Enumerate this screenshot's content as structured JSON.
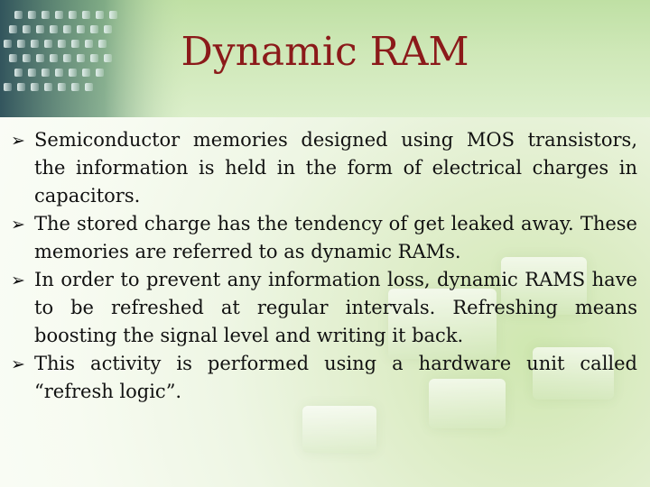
{
  "slide": {
    "title": "Dynamic RAM",
    "bullets": [
      "Semiconductor memories designed using MOS transistors, the information is held in the form of electrical charges in capacitors.",
      "The stored charge has the tendency of get leaked away. These memories are referred to as dynamic RAMs.",
      "In order to prevent any information loss, dynamic RAMS have to be refreshed at regular intervals. Refreshing means boosting the signal level and writing it back.",
      "This activity is performed using a hardware unit called “refresh logic”."
    ],
    "bullet_marker": "➢"
  },
  "theme": {
    "title_color": "#8b1a1a",
    "text_color": "#111111",
    "header_green": "#c7e4ae",
    "background_green": "#dcefcb"
  },
  "icons": {
    "bullet": "arrow-bullet-icon",
    "decor": "chip-board-icon"
  }
}
